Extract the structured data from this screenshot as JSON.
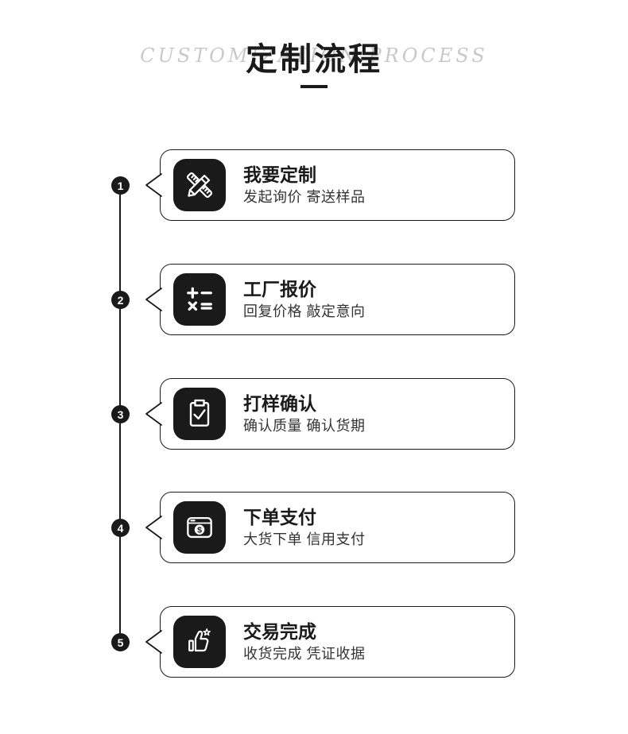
{
  "header": {
    "title_cn": "定制流程",
    "title_en": "CUSTOMIZATION PROCESS"
  },
  "colors": {
    "ink": "#1a1a1a",
    "subtitle_text": "#333333",
    "muted_en_title": "#c9c9c9",
    "card_bg": "#ffffff"
  },
  "steps": [
    {
      "num": "1",
      "icon": "pencil-ruler-icon",
      "title": "我要定制",
      "subtitle": "发起询价 寄送样品"
    },
    {
      "num": "2",
      "icon": "calculator-icon",
      "title": "工厂报价",
      "subtitle": "回复价格 敲定意向"
    },
    {
      "num": "3",
      "icon": "clipboard-check-icon",
      "title": "打样确认",
      "subtitle": "确认质量 确认货期"
    },
    {
      "num": "4",
      "icon": "payment-window-icon",
      "title": "下单支付",
      "subtitle": "大货下单 信用支付"
    },
    {
      "num": "5",
      "icon": "thumb-up-star-icon",
      "title": "交易完成",
      "subtitle": "收货完成 凭证收据"
    }
  ]
}
